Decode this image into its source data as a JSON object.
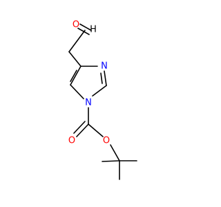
{
  "molecule": {
    "atoms": {
      "aldehyde_o": "O",
      "aldehyde_h": "H",
      "ring_n3": "N",
      "ring_n1": "N",
      "carbonyl_o": "O",
      "ester_o": "O"
    },
    "colors": {
      "oxygen": "#ff0000",
      "nitrogen": "#0000ff",
      "carbon": "#000000",
      "hydrogen": "#000000"
    }
  }
}
